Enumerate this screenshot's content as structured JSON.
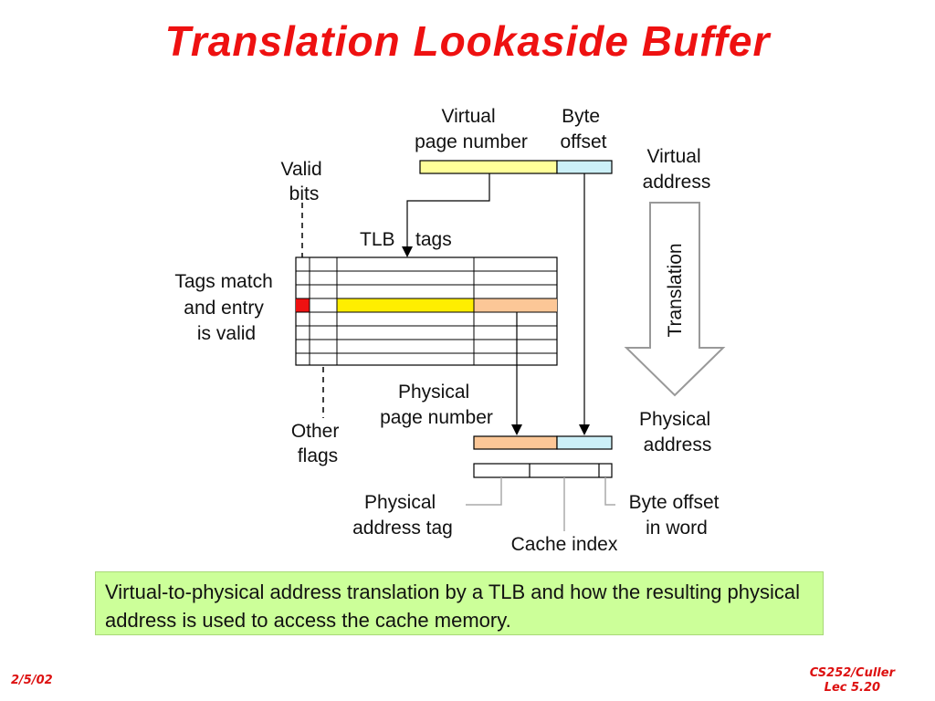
{
  "title": "Translation Lookaside Buffer",
  "labels": {
    "virtual_page_number": [
      "Virtual",
      "page number"
    ],
    "byte_offset": [
      "Byte",
      "offset"
    ],
    "virtual_address": [
      "Virtual",
      "address"
    ],
    "valid_bits": [
      "Valid",
      "bits"
    ],
    "tlb": "TLB",
    "tags": "tags",
    "tags_match": [
      "Tags match",
      "and entry",
      "is valid"
    ],
    "translation": "Translation",
    "physical_page_number": [
      "Physical",
      "page number"
    ],
    "physical_address": [
      "Physical",
      "address"
    ],
    "other_flags": [
      "Other",
      "flags"
    ],
    "physical_address_tag": [
      "Physical",
      "address tag"
    ],
    "cache_index": "Cache index",
    "byte_offset_in_word": [
      "Byte offset",
      "in word"
    ]
  },
  "colors": {
    "title": "#ee1111",
    "page_number": "#ffff99",
    "offset": "#ccf0f8",
    "valid_hit": "#ee1111",
    "tag_hit": "#ffee00",
    "physical_page": "#fcc797",
    "caption_bg": "#ccff99",
    "footer": "#dd1111"
  },
  "caption": "Virtual-to-physical address translation by a TLB and how the resulting physical address is used to access the cache memory.",
  "footer": {
    "date": "2/5/02",
    "course": "CS252/Culler",
    "lecture": "Lec 5.20"
  }
}
